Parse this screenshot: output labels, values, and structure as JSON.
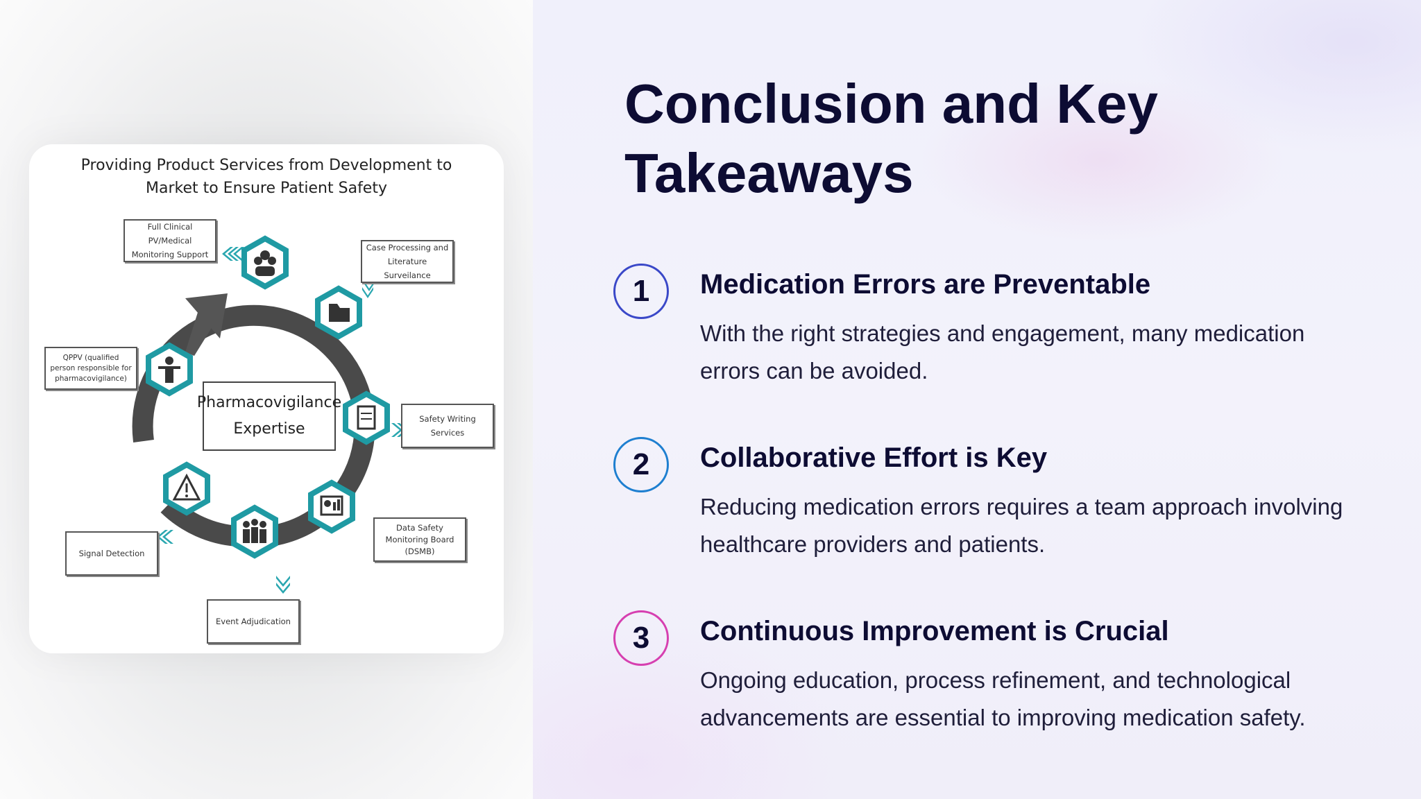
{
  "slide": {
    "title": "Conclusion and Key Takeaways",
    "accent_colors": [
      "#3a48c8",
      "#1e7fd0",
      "#d63fb0"
    ]
  },
  "diagram": {
    "title_line1": "Providing Product Services from Development to",
    "title_line2": "Market to Ensure Patient Safety",
    "center_line1": "Pharmacovigilance",
    "center_line2": "Expertise",
    "hex_color": "#1f9aa3",
    "boxes": {
      "clinical_l1": "Full Clinical PV/Medical",
      "clinical_l2": "Monitoring Support",
      "case_l1": "Case Processing and",
      "case_l2": "Literature Surveilance",
      "qppv_l1": "QPPV (qualified",
      "qppv_l2": "person responsible for",
      "qppv_l3": "pharmacovigilance)",
      "writing_l1": "Safety Writing",
      "writing_l2": "Services",
      "dsmb_l1": "Data Safety",
      "dsmb_l2": "Monitoring Board",
      "dsmb_l3": "(DSMB)",
      "signal": "Signal Detection",
      "event": "Event Adjudication"
    },
    "icons": [
      "team-icon",
      "folder-icon",
      "notepad-icon",
      "dashboard-icon",
      "people-icon",
      "warning-icon",
      "human-icon"
    ]
  },
  "takeaways": [
    {
      "number": "1",
      "title": "Medication Errors are Preventable",
      "body": "With the right strategies and engagement, many medication errors can be avoided."
    },
    {
      "number": "2",
      "title": "Collaborative Effort is Key",
      "body": "Reducing medication errors requires a team approach involving healthcare providers and patients."
    },
    {
      "number": "3",
      "title": "Continuous Improvement is Crucial",
      "body": "Ongoing education, process refinement, and technological advancements are essential to improving medication safety."
    }
  ]
}
